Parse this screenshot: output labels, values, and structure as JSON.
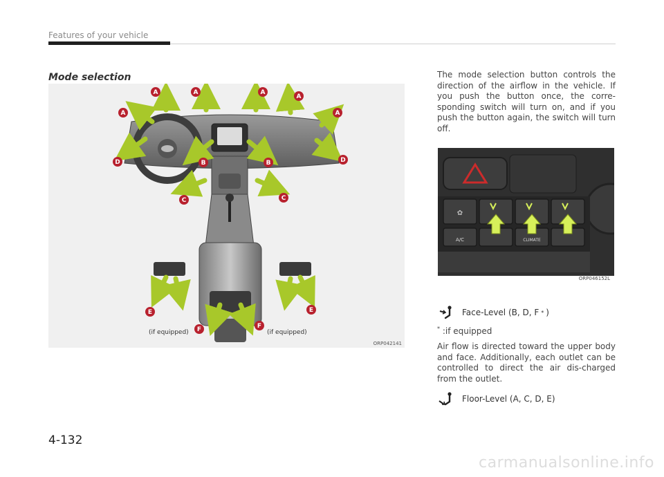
{
  "header": {
    "section_title": "Features of your vehicle"
  },
  "heading": "Mode selection",
  "figure_main": {
    "code": "ORP042141",
    "callouts": [
      "A",
      "A",
      "A",
      "A",
      "A",
      "A",
      "B",
      "B",
      "C",
      "C",
      "D",
      "D",
      "E",
      "E",
      "F",
      "F"
    ],
    "if_equipped_left": "(if equipped)",
    "if_equipped_right": "(if equipped)"
  },
  "body": {
    "paragraph1": "The mode selection button controls the direction of the airflow in the vehicle. If you push the button once, the corre-sponding switch will turn on, and if you push the button again, the switch will turn off.",
    "paragraph2": "Air flow is directed toward the upper body and face. Additionally, each outlet can be controlled to direct the air dis-charged from the outlet."
  },
  "figure_panel": {
    "code": "ORP046152L",
    "ac_label": "A/C",
    "climate_label": "CLIMATE"
  },
  "modes": {
    "face_label": "Face-Level (B, D, F",
    "face_close": ")",
    "note_mark": "*",
    "note_text": ":if equipped",
    "floor_label": "Floor-Level (A, C, D, E)"
  },
  "footer": {
    "page_number": "4-132",
    "watermark": "carmanualsonline.info"
  },
  "colors": {
    "arrow": "#a8c82a",
    "callout": "#b8212e",
    "dark_rule": "#1f1f1f"
  }
}
